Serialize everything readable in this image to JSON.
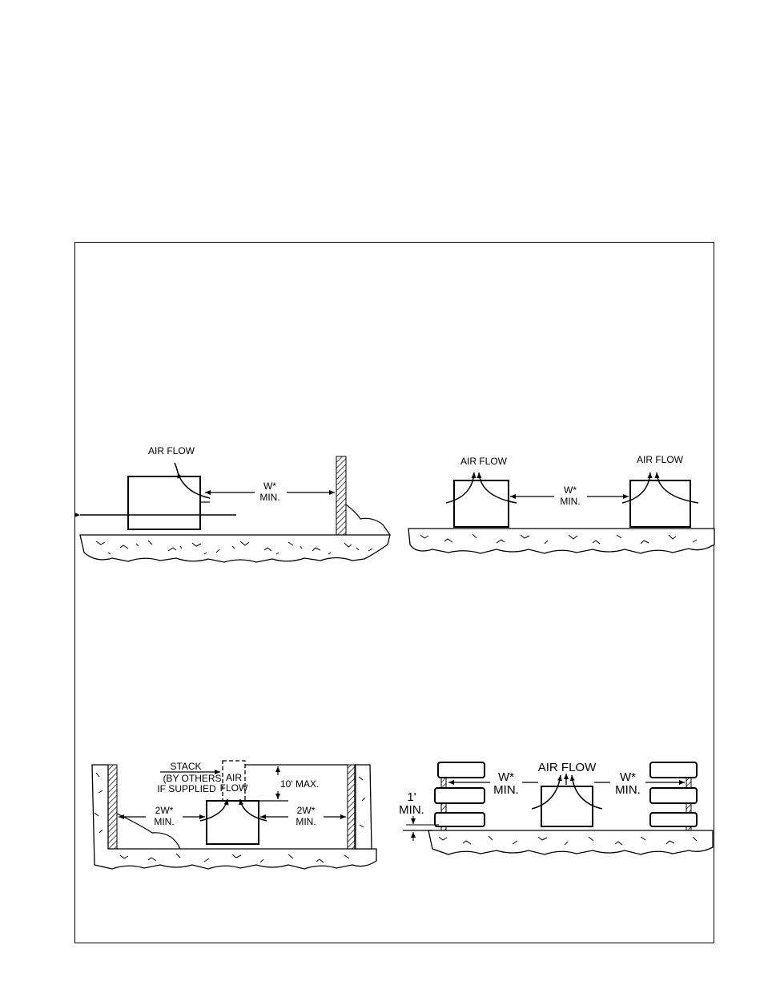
{
  "figure1": {
    "airflow": "AIR FLOW",
    "clearance_line1": "W*",
    "clearance_line2": "MIN."
  },
  "figure2": {
    "airflow_left": "AIR FLOW",
    "airflow_right": "AIR FLOW",
    "clearance_line1": "W*",
    "clearance_line2": "MIN."
  },
  "figure3": {
    "stack": "STACK",
    "by_others": "(BY OTHERS",
    "if_supplied": "IF SUPPLIED",
    "air": "AIR",
    "flow": "FLOW",
    "max_height": "10' MAX.",
    "left_clearance_line1": "2W*",
    "left_clearance_line2": "MIN.",
    "right_clearance_line1": "2W*",
    "right_clearance_line2": "MIN."
  },
  "figure4": {
    "airflow": "AIR FLOW",
    "left_clearance_line1": "W*",
    "left_clearance_line2": "MIN.",
    "right_clearance_line1": "W*",
    "right_clearance_line2": "MIN.",
    "elevation_line1": "1'",
    "elevation_line2": "MIN."
  }
}
